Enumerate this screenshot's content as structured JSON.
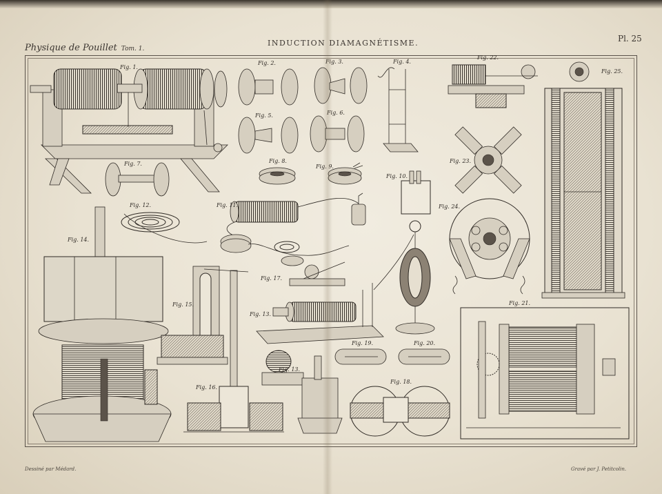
{
  "header": {
    "left_title": "Physique de Pouillet",
    "left_tome": "Tom. 1.",
    "center_title": "INDUCTION DIAMAGNÉTISME.",
    "plate_number": "Pl. 25"
  },
  "figures": {
    "fig1": "Fig. 1.",
    "fig2": "Fig. 2.",
    "fig3": "Fig. 3.",
    "fig4": "Fig. 4.",
    "fig5": "Fig. 5.",
    "fig6": "Fig. 6.",
    "fig7": "Fig. 7.",
    "fig8": "Fig. 8.",
    "fig9": "Fig. 9.",
    "fig10": "Fig. 10.",
    "fig11": "Fig. 11.",
    "fig12": "Fig. 12.",
    "fig13": "Fig. 13.",
    "fig14": "Fig. 14.",
    "fig15": "Fig. 15.",
    "fig16": "Fig. 16.",
    "fig17": "Fig. 17.",
    "fig18": "Fig. 18.",
    "fig19": "Fig. 19.",
    "fig20": "Fig. 20.",
    "fig21": "Fig. 21.",
    "fig22": "Fig. 22.",
    "fig23": "Fig. 23.",
    "fig24": "Fig. 24.",
    "fig25": "Fig. 25."
  },
  "footer": {
    "left": "Dessiné par Médard.",
    "right": "Gravé par J. Petitcolin."
  }
}
